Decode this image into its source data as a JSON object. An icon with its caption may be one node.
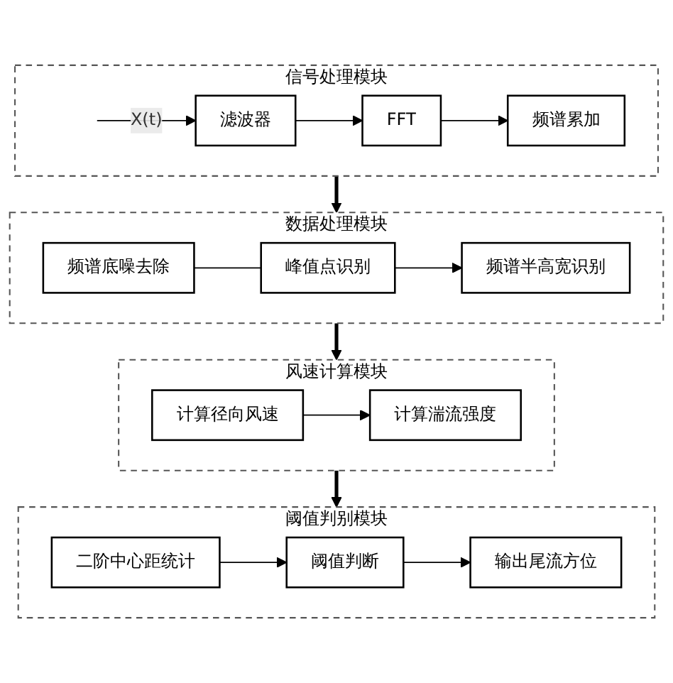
{
  "diagram": {
    "nodes": [
      {
        "text": [
          "信号处理模块"
        ]
      },
      {
        "text": [
          "滤波器"
        ],
        "in": 0
      },
      {
        "text": [
          "FFT"
        ],
        "in": 0
      },
      {
        "text": [
          "频谱累加"
        ],
        "in": 0
      },
      {
        "text": [
          "数据处理模块"
        ]
      },
      {
        "text": [
          "频谱底噪去除"
        ],
        "in": 4
      },
      {
        "text": [
          "峰值点识别"
        ],
        "in": 4
      },
      {
        "text": [
          "频谱半高宽识别"
        ],
        "in": 4
      },
      {
        "text": [
          "风速计算模块"
        ]
      },
      {
        "text": [
          "计算径向风速"
        ],
        "in": 8
      },
      {
        "text": [
          "计算湍流强度"
        ],
        "in": 8
      },
      {
        "text": [
          "阈值判别模块"
        ]
      },
      {
        "text": [
          "二阶中心距统计"
        ],
        "in": 11
      },
      {
        "text": [
          "阈值判断"
        ],
        "in": 11
      },
      {
        "text": [
          "输出尾流方位"
        ],
        "in": 11
      }
    ],
    "edges": [
      {
        "from": null,
        "to": 1,
        "arrow": "to",
        "label": "X(t)"
      },
      {
        "from": 1,
        "to": 2,
        "arrow": "to"
      },
      {
        "from": 2,
        "to": 3,
        "arrow": "to"
      },
      {
        "from": 0,
        "to": 4,
        "arrow": "to",
        "style": "thick"
      },
      {
        "from": 5,
        "to": 6,
        "arrow": "none"
      },
      {
        "from": 6,
        "to": 7,
        "arrow": "to"
      },
      {
        "from": 4,
        "to": 8,
        "arrow": "to",
        "style": "thick"
      },
      {
        "from": 9,
        "to": 10,
        "arrow": "to"
      },
      {
        "from": 8,
        "to": 11,
        "arrow": "to",
        "style": "thick"
      },
      {
        "from": 12,
        "to": 13,
        "arrow": "to"
      },
      {
        "from": 13,
        "to": 14,
        "arrow": "to"
      }
    ]
  }
}
